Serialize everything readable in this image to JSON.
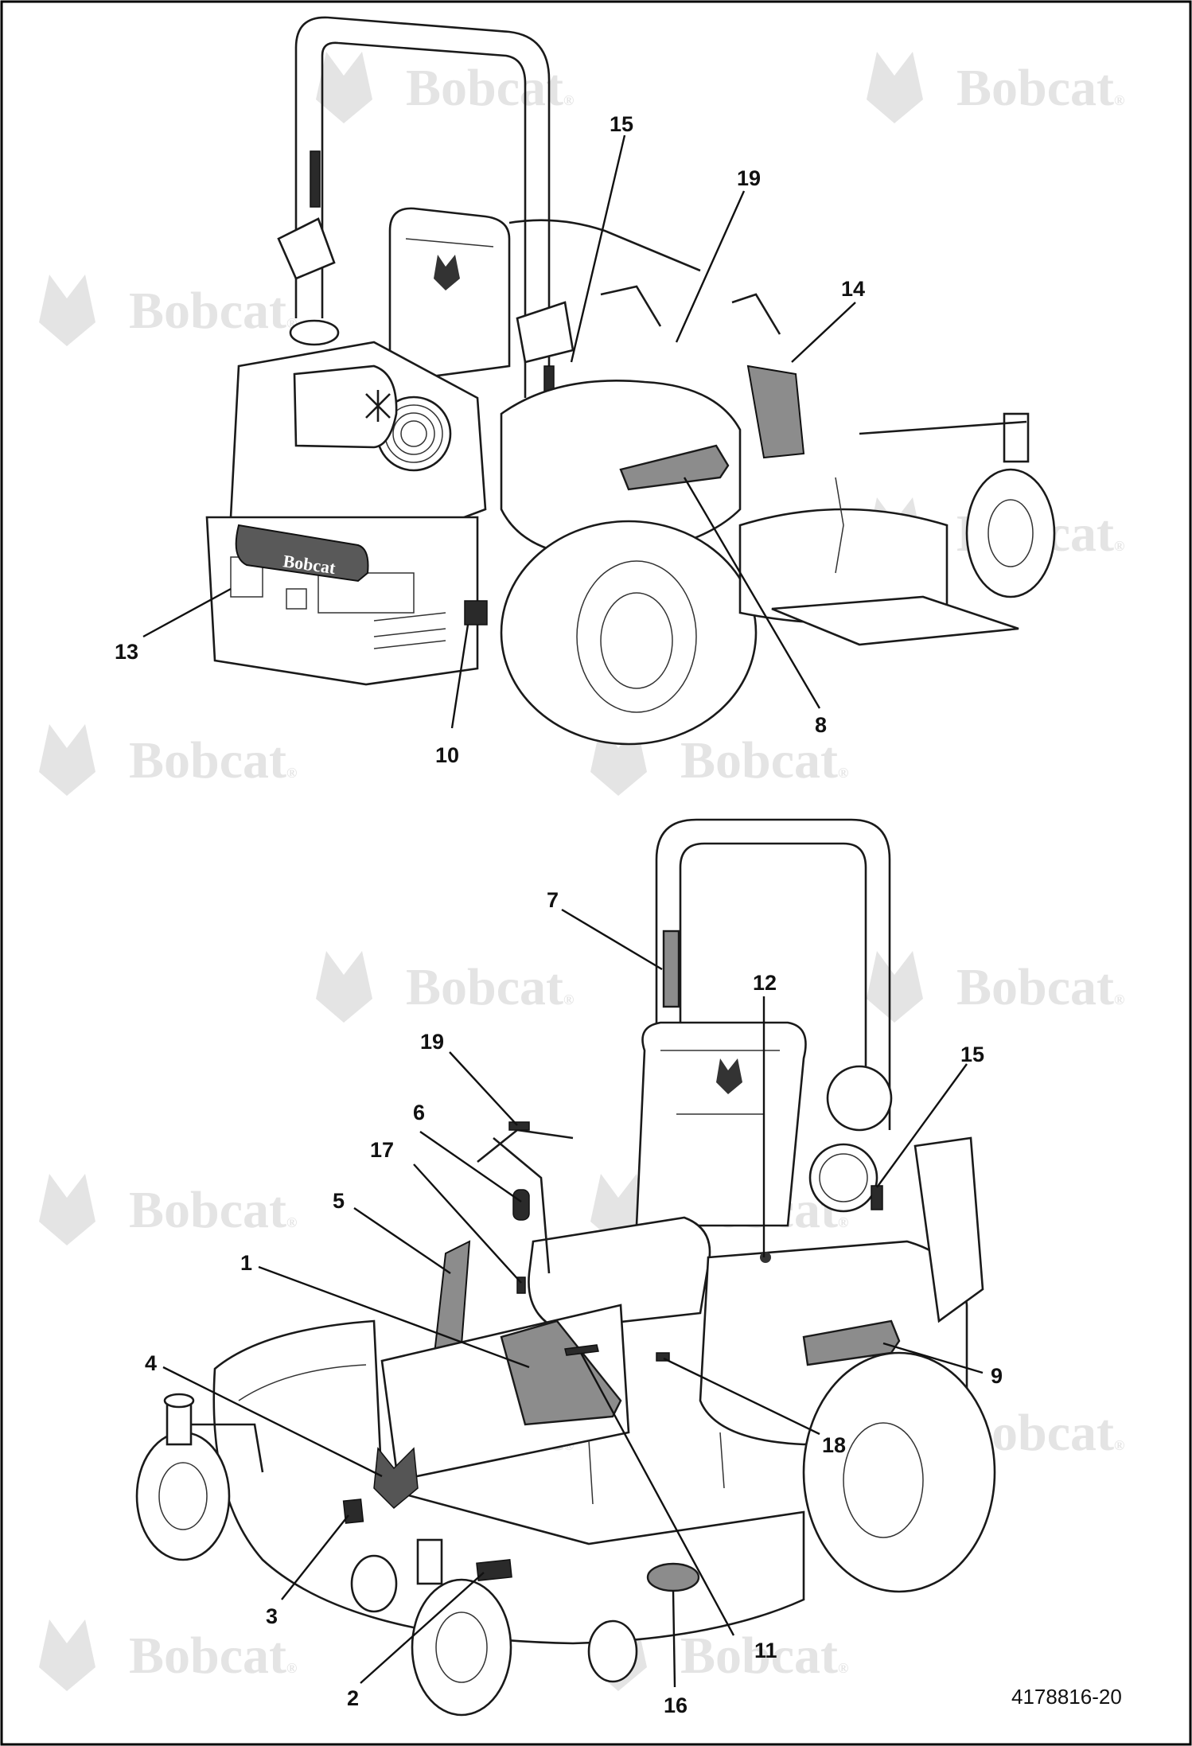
{
  "watermark": {
    "text": "Bobcat",
    "mark": "®"
  },
  "logo_decal": {
    "text": "Bobcat"
  },
  "doc_number": "4178816-20",
  "upper_view": {
    "callouts": [
      "15",
      "19",
      "14",
      "13",
      "10",
      "8"
    ]
  },
  "lower_view": {
    "callouts": [
      "7",
      "12",
      "19",
      "15",
      "6",
      "17",
      "5",
      "1",
      "4",
      "9",
      "18",
      "3",
      "2",
      "11",
      "16"
    ]
  },
  "colors": {
    "decal": "#8c8c8c",
    "line": "#1a1a1a",
    "watermark": "#e4e4e4",
    "border": "#000000"
  }
}
